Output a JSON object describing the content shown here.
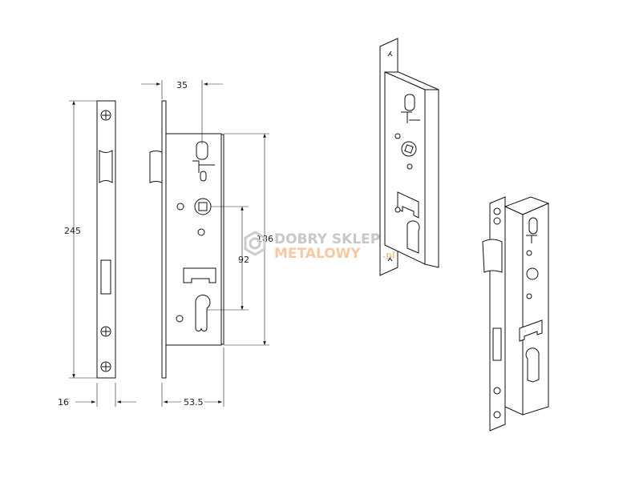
{
  "dimensions": {
    "total_height": "245",
    "faceplate_width": "16",
    "backset_offset": "35",
    "case_depth": "53.5",
    "case_height": "186",
    "center_distance": "92"
  },
  "watermark": {
    "line1": "DOBRY SKLEP",
    "line2": "METALOWY",
    "suffix": ".pl"
  },
  "colors": {
    "line": "#111111",
    "watermark_gray": "#c8c8c8",
    "watermark_orange": "#f6c9a3"
  }
}
